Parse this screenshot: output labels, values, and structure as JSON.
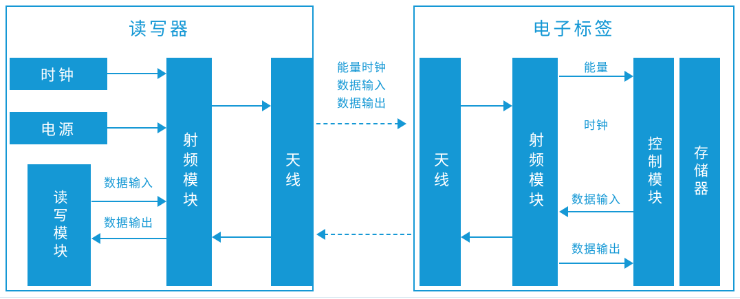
{
  "reader": {
    "title": "读写器",
    "clock": "时钟",
    "power": "电源",
    "rw_module": "读写模块",
    "rf_module": "射频模块",
    "antenna": "天线",
    "data_in": "数据输入",
    "data_out": "数据输出"
  },
  "air_interface": {
    "labels": [
      "能量时钟",
      "数据输入",
      "数据输出"
    ]
  },
  "tag": {
    "title": "电子标签",
    "antenna": "天线",
    "rf_module": "射频模块",
    "control_module": "控制模块",
    "memory": "存储器",
    "energy": "能量",
    "clock": "时钟",
    "data_in": "数据输入",
    "data_out": "数据输出"
  },
  "colors": {
    "primary": "#1598d5",
    "text_on_fill": "#ffffff"
  }
}
